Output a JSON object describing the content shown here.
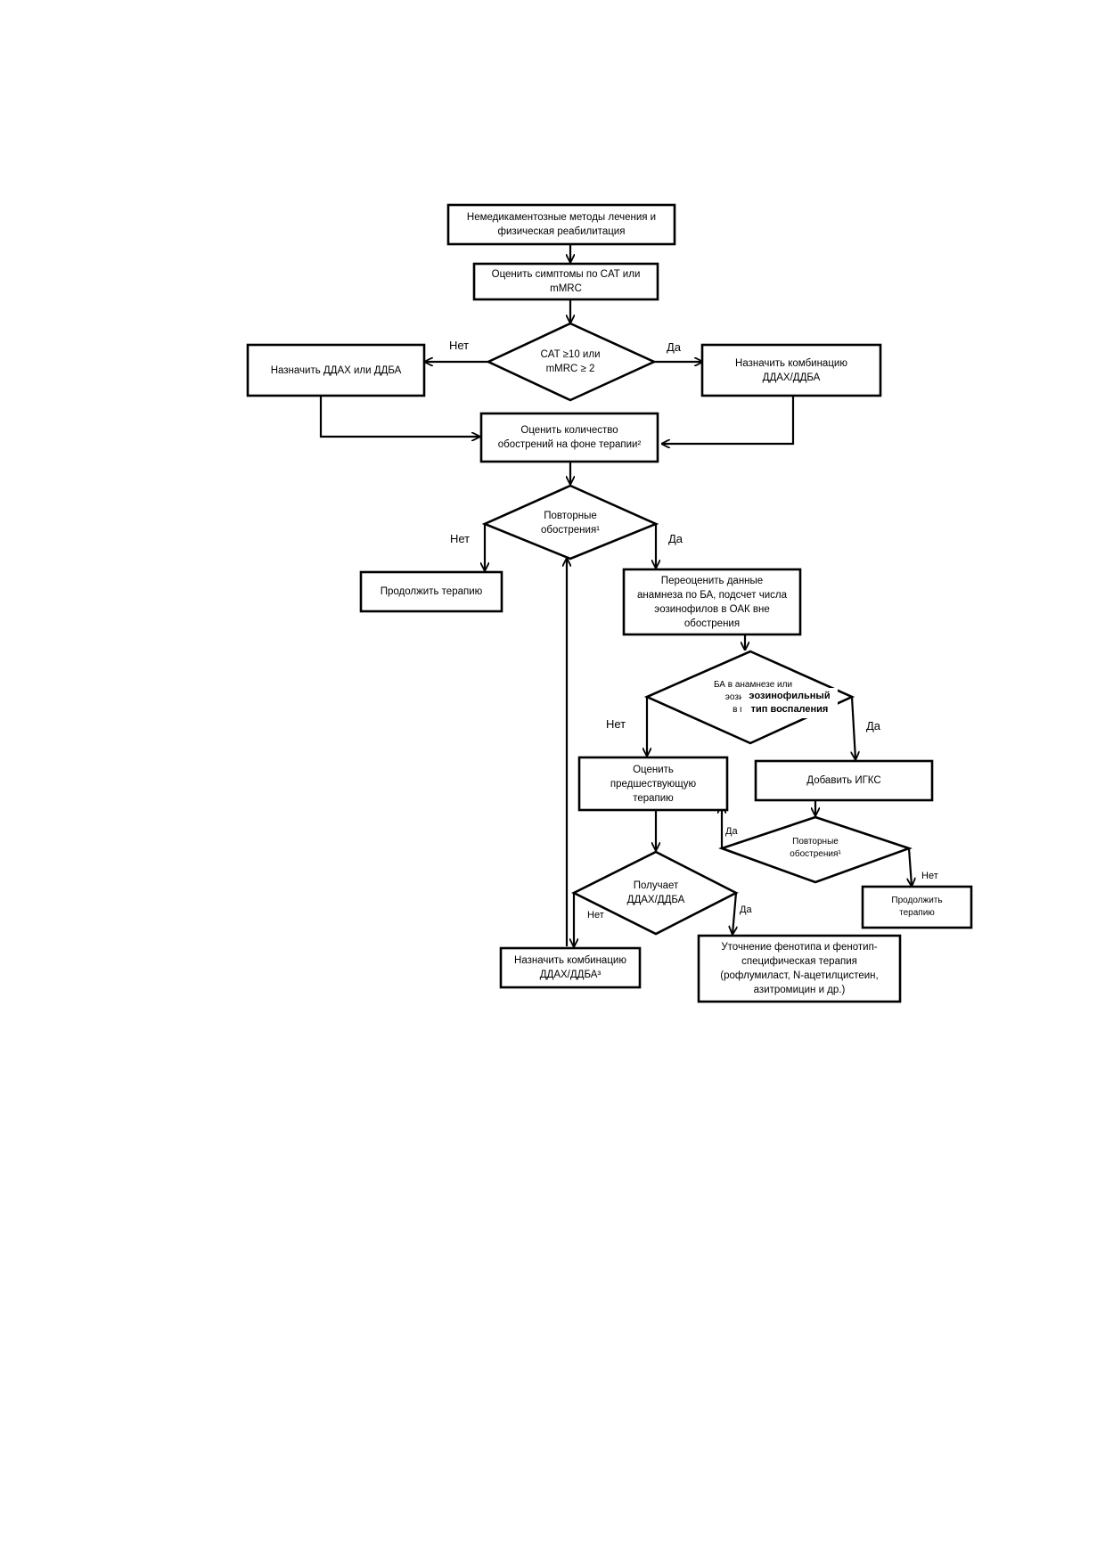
{
  "nodes": {
    "n1": "Немедикаментозные методы лечения и\nфизическая реабилитация",
    "n2": "Оценить симптомы по CAT или\nmMRC",
    "d1": "CAT ≥10 или\nmMRC ≥ 2",
    "n3": "Назначить ДДАХ или ДДБА",
    "n4": "Назначить комбинацию\nДДАХ/ДДБА",
    "n5": "Оценить количество\nобострений на фоне терапии²",
    "d2": "Повторные\nобострения¹",
    "n6": "Продолжить терапию",
    "n7": "Переоценить данные\nанамнеза по БА, подсчет числа\nэозинофилов в ОАК вне\nобострения",
    "d3_under": "БА в анамнезе или\nэозинофилия\nв мокроте",
    "d3_overlay": "эозинофильный\nтип воспаления",
    "n8": "Оценить\nпредшествующую\nтерапию",
    "n9": "Добавить ИГКС",
    "d4": "Повторные\nобострения¹",
    "n10": "Продолжить\nтерапию",
    "d5": "Получает\nДДАХ/ДДБА",
    "n11": "Назначить комбинацию\nДДАХ/ДДБА³",
    "n12": "Уточнение фенотипа и фенотип-\nспецифическая терапия\n(рофлумиласт, N-ацетилцистеин,\nазитромицин и др.)"
  },
  "edge_labels": {
    "d1_no": "Нет",
    "d1_yes": "Да",
    "d2_no": "Нет",
    "d2_yes": "Да",
    "d3_no": "Нет",
    "d3_yes": "Да",
    "d4_yes": "Да",
    "d4_no": "Нет",
    "d5_no": "Нет",
    "d5_yes": "Да"
  }
}
